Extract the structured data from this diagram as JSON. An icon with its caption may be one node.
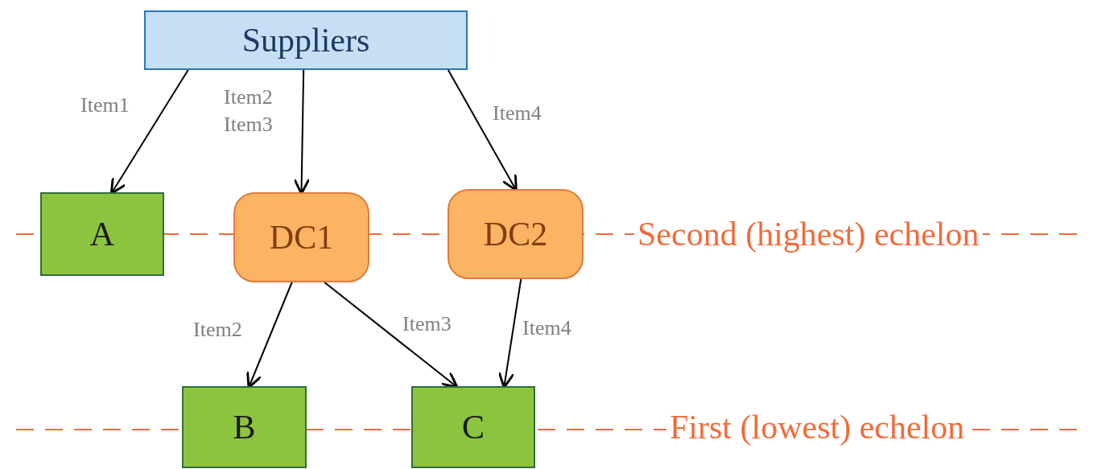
{
  "diagram": {
    "nodes": [
      {
        "text": [
          "Suppliers"
        ]
      },
      {
        "text": [
          "A"
        ]
      },
      {
        "text": [
          "DC1"
        ]
      },
      {
        "text": [
          "DC2"
        ]
      },
      {
        "text": [
          "B"
        ]
      },
      {
        "text": [
          "C"
        ]
      }
    ],
    "edges": [
      {
        "from": 0,
        "to": 1,
        "arrow": "to",
        "label": "Item1"
      },
      {
        "from": 0,
        "to": 2,
        "arrow": "to",
        "label": "Item2 Item3"
      },
      {
        "from": 0,
        "to": 3,
        "arrow": "to",
        "label": "Item4"
      },
      {
        "from": 2,
        "to": 4,
        "arrow": "to",
        "label": "Item2"
      },
      {
        "from": 2,
        "to": 5,
        "arrow": "to",
        "label": "Item3"
      },
      {
        "from": 3,
        "to": 5,
        "arrow": "to",
        "label": "Item4"
      }
    ],
    "labels": [
      "Second (highest) echelon",
      "First (lowest) echelon"
    ]
  }
}
